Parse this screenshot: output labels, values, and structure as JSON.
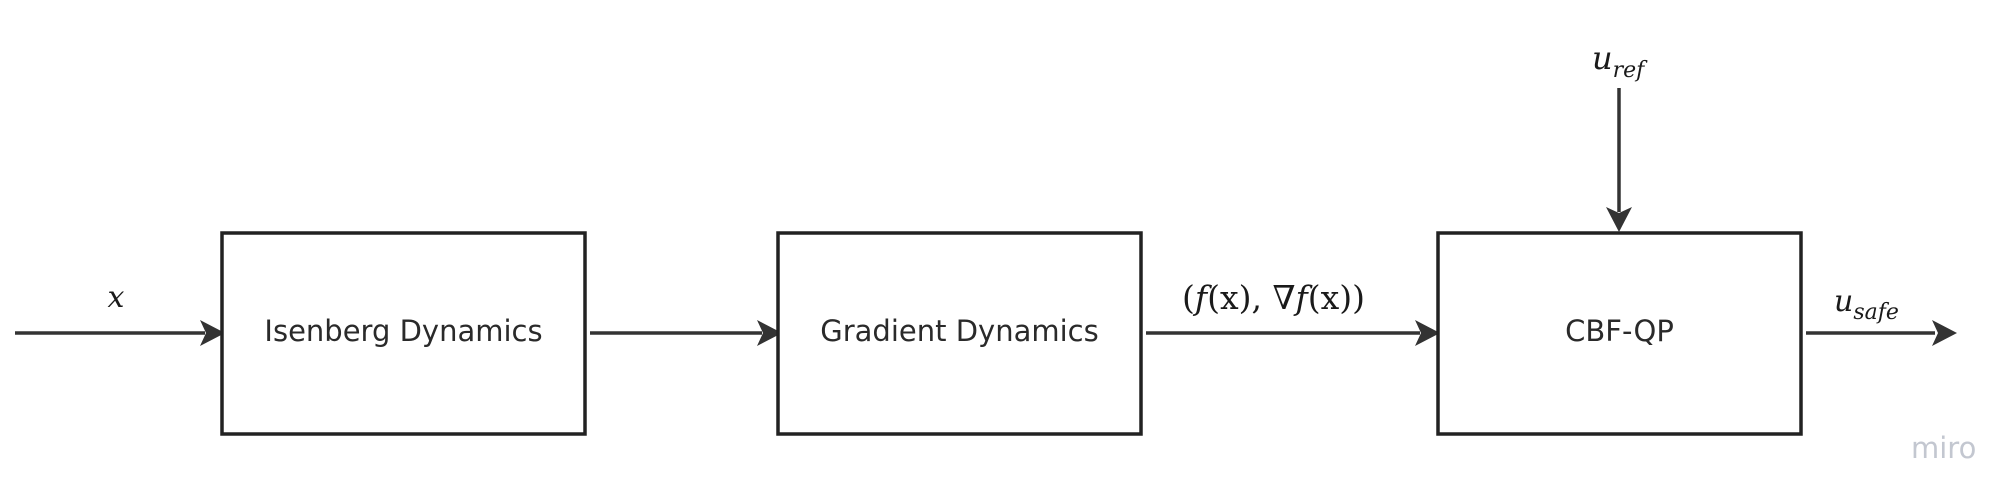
{
  "blocks": {
    "isenberg": "Isenberg Dynamics",
    "gradient": "Gradient Dynamics",
    "cbf_qp": "CBF-QP"
  },
  "signals": {
    "input_x": "x",
    "u_ref_base": "u",
    "u_ref_sub": "ref",
    "gradient_output_open": "(",
    "gradient_output_f1": "f",
    "gradient_output_x1": "(x), ",
    "gradient_output_nabla": "∇",
    "gradient_output_f2": "f",
    "gradient_output_x2": "(x))",
    "u_safe_base": "u",
    "u_safe_sub": "safe"
  },
  "watermark": "miro"
}
